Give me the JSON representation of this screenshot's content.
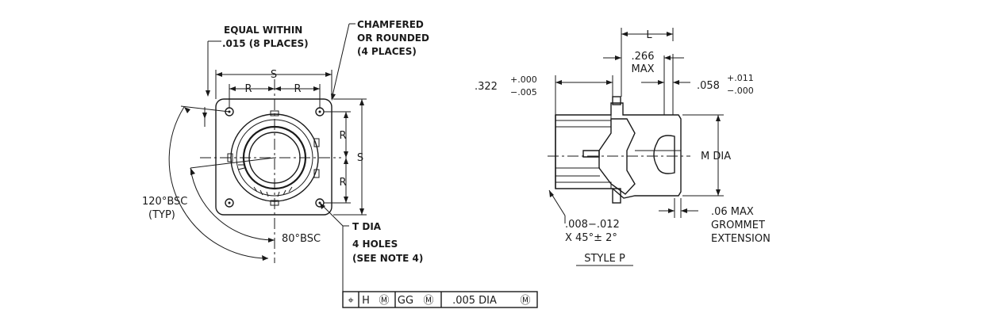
{
  "front_view": {
    "equal_within": [
      "EQUAL WITHIN",
      ".015  (8 PLACES)"
    ],
    "chamfered": [
      "CHAMFERED",
      "OR ROUNDED",
      "(4 PLACES)"
    ],
    "dim_s_top": "S",
    "dim_r_left": "R",
    "dim_r_right": "R",
    "dim_r_upper": "R",
    "dim_r_lower": "R",
    "dim_s_side": "S",
    "angle_120": [
      "120°BSC",
      "(TYP)"
    ],
    "angle_80": "80°BSC",
    "holes": [
      "T DIA",
      "4 HOLES",
      "(SEE NOTE 4)"
    ]
  },
  "tolerance_frame": {
    "symbol": "⌖",
    "cells": [
      "H",
      "Ⓜ",
      "GG",
      "Ⓜ",
      ".005 DIA",
      "Ⓜ"
    ]
  },
  "side_view": {
    "dim_l": "L",
    "dim_266": [
      ".266",
      "MAX"
    ],
    "dim_322": ".322",
    "tol_322": [
      "+.000",
      "−.005"
    ],
    "dim_058": ".058",
    "tol_058": [
      "+.011",
      "−.000"
    ],
    "m_dia": "M DIA",
    "chamfer": [
      ".008−.012",
      "X 45°± 2°"
    ],
    "grommet": [
      ".06  MAX",
      "GROMMET",
      "EXTENSION"
    ],
    "style": "STYLE P"
  }
}
